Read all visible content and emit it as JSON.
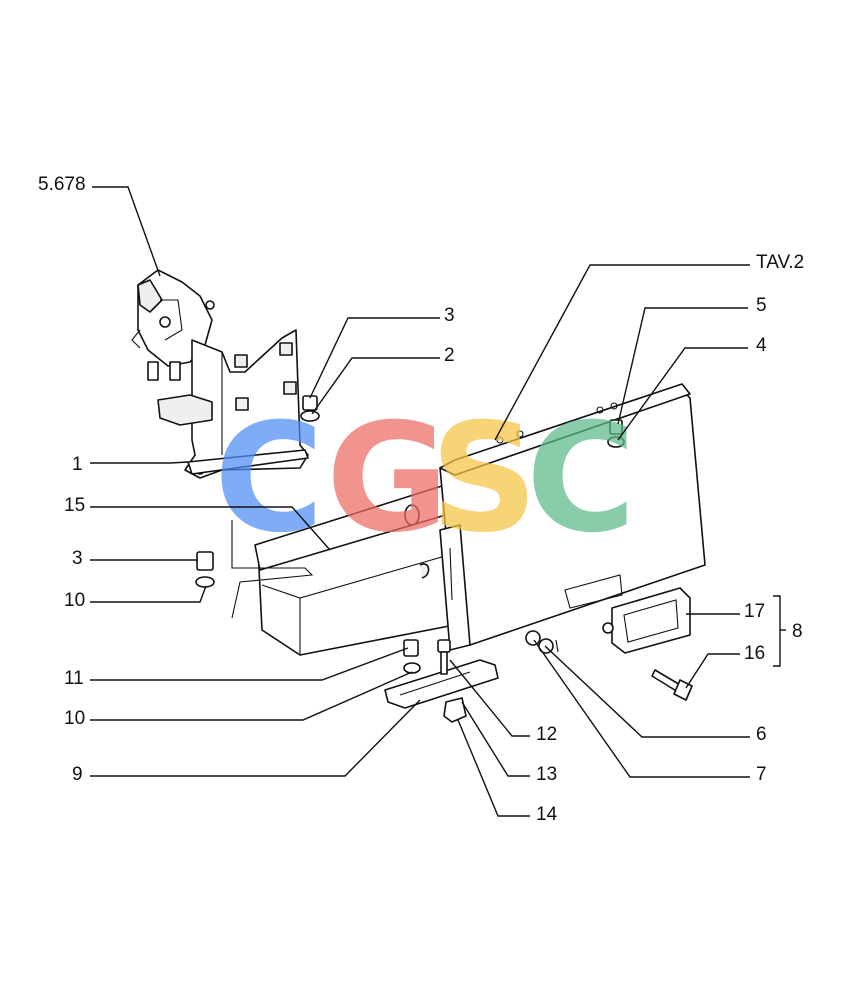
{
  "labels": {
    "l5678": "5.678",
    "tav2": "TAV.2",
    "l1": "1",
    "l2": "2",
    "l3a": "3",
    "l3b": "3",
    "l4": "4",
    "l5": "5",
    "l6": "6",
    "l7": "7",
    "l8": "8",
    "l9": "9",
    "l10a": "10",
    "l10b": "10",
    "l11": "11",
    "l12": "12",
    "l13": "13",
    "l14": "14",
    "l15": "15",
    "l16": "16",
    "l17": "17"
  },
  "watermark": {
    "letters": [
      "C",
      "G",
      "S",
      "C"
    ],
    "colors": [
      "#4f8df5",
      "#ee6b63",
      "#f5c542",
      "#5bb98a"
    ]
  }
}
